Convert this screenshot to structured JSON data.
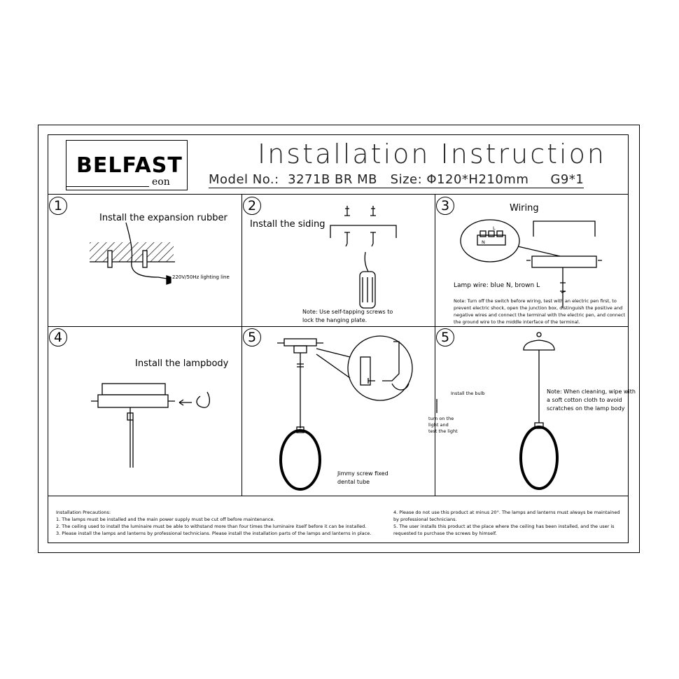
{
  "header": {
    "brand": "BELFAST",
    "brand_sub": "eon",
    "title": "Installation Instruction",
    "model_line": "Model No.:  3271B BR MB   Size: Φ120*H210mm     G9*1"
  },
  "steps": {
    "s1": {
      "num": "1",
      "caption": "Install the expansion rubber",
      "line_label": "220V/50Hz lighting line"
    },
    "s2": {
      "num": "2",
      "caption": "Install the siding",
      "note1": "Note: Use self-tapping screws to",
      "note2": "lock the hanging plate."
    },
    "s3": {
      "num": "3",
      "caption": "Wiring",
      "lamp_wire": "Lamp wire: blue N, brown L",
      "terminal_n": "N",
      "terminal_l": "L",
      "note_lines": [
        "Note: Turn off the switch before wiring, test with an electric pen first, to",
        "prevent electric shock, open the junction box, distinguish the positive and",
        "negative wires and connect the terminal with the electric pen, and connect",
        "the ground wire to the middle interface of the terminal."
      ]
    },
    "s4": {
      "num": "4",
      "caption": "Install the lampbody"
    },
    "s5": {
      "num": "5",
      "label1": "Jimmy screw fixed",
      "label2": "dental tube"
    },
    "s6": {
      "num": "5",
      "bulb": "Install the bulb",
      "turn1": "turn on the",
      "turn2": "light and",
      "turn3": "test the light",
      "note1": "Note: When cleaning, wipe with",
      "note2": "a soft cotton cloth to avoid",
      "note3": "scratches on the lamp body"
    }
  },
  "precautions": {
    "title": "Installation Precautions:",
    "left": [
      "1. The lamps must be installed and the main power supply must be cut off before maintenance.",
      "2. The ceiling used to install the luminaire must be able to withstand more than four times the luminaire itself before it can be installed.",
      "3. Please install the lamps and lanterns by professional technicians. Please install the installation parts of the lamps and lanterns in place."
    ],
    "right": [
      "4. Please do not use this product at minus 20°. The lamps and lanterns must always be maintained",
      "by professional technicians.",
      "5. The user installs this product at the place where the ceiling has been installed, and the user is",
      "requested to purchase the screws by himself."
    ]
  }
}
